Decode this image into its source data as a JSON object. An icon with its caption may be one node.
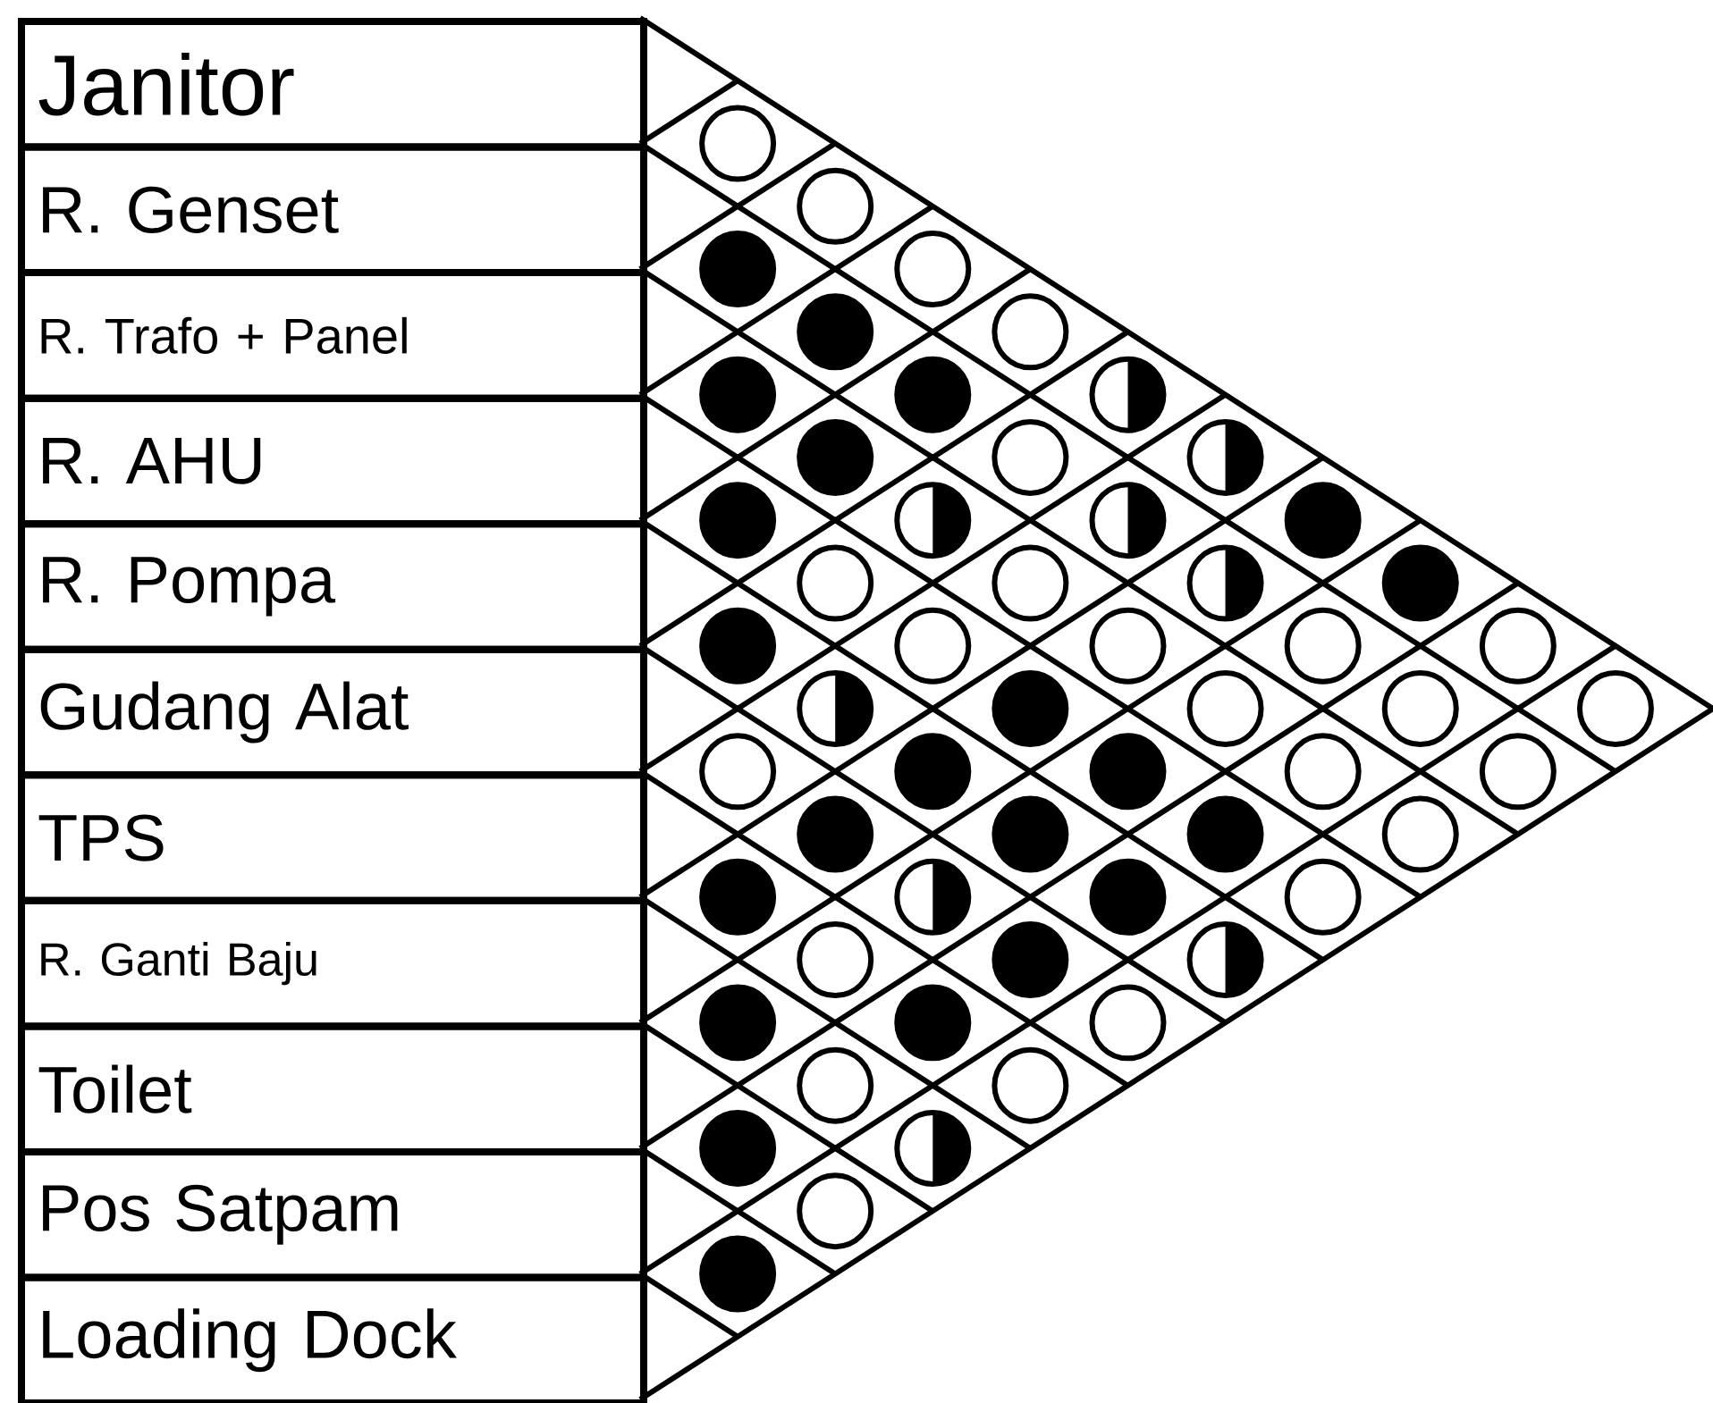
{
  "diagram": {
    "nodes": [
      {
        "text": [
          "Janitor"
        ]
      },
      {
        "text": [
          "R. Genset"
        ]
      },
      {
        "text": [
          "R. Trafo + Panel"
        ]
      },
      {
        "text": [
          "R. AHU"
        ]
      },
      {
        "text": [
          "R. Pompa"
        ]
      },
      {
        "text": [
          "Gudang Alat"
        ]
      },
      {
        "text": [
          "TPS"
        ]
      },
      {
        "text": [
          "R. Ganti Baju"
        ]
      },
      {
        "text": [
          "Toilet"
        ]
      },
      {
        "text": [
          "Pos Satpam"
        ]
      },
      {
        "text": [
          "Loading Dock"
        ]
      },
      {
        "text": [],
        "shape": "circle"
      },
      {
        "text": [],
        "shape": "circle"
      },
      {
        "text": [],
        "shape": "disc"
      },
      {
        "text": [],
        "shape": "circle"
      },
      {
        "text": [],
        "shape": "disc"
      },
      {
        "text": [],
        "shape": "circle"
      },
      {
        "text": [],
        "shape": "disc"
      },
      {
        "text": [],
        "shape": "disc"
      },
      {
        "text": [],
        "shape": "half-disc"
      },
      {
        "text": [],
        "shape": "disc"
      },
      {
        "text": [],
        "shape": "circle"
      },
      {
        "text": [],
        "shape": "half-disc"
      },
      {
        "text": [],
        "shape": "disc"
      },
      {
        "text": [],
        "shape": "half-disc"
      },
      {
        "text": [],
        "shape": "half-disc"
      },
      {
        "text": [],
        "shape": "disc"
      },
      {
        "text": [],
        "shape": "circle"
      },
      {
        "text": [],
        "shape": "circle"
      },
      {
        "text": [],
        "shape": "half-disc"
      },
      {
        "text": [],
        "shape": "disc"
      },
      {
        "text": [],
        "shape": "disc"
      },
      {
        "text": [],
        "shape": "circle"
      },
      {
        "text": [],
        "shape": "circle"
      },
      {
        "text": [],
        "shape": "circle"
      },
      {
        "text": [],
        "shape": "circle"
      },
      {
        "text": [],
        "shape": "half-disc"
      },
      {
        "text": [],
        "shape": "disc"
      },
      {
        "text": [],
        "shape": "circle"
      },
      {
        "text": [],
        "shape": "circle"
      },
      {
        "text": [],
        "shape": "circle"
      },
      {
        "text": [],
        "shape": "circle"
      },
      {
        "text": [],
        "shape": "disc"
      },
      {
        "text": [],
        "shape": "disc"
      },
      {
        "text": [],
        "shape": "circle"
      },
      {
        "text": [],
        "shape": "circle"
      },
      {
        "text": [],
        "shape": "disc"
      },
      {
        "text": [],
        "shape": "disc"
      },
      {
        "text": [],
        "shape": "disc"
      },
      {
        "text": [],
        "shape": "circle"
      },
      {
        "text": [],
        "shape": "disc"
      },
      {
        "text": [],
        "shape": "half-disc"
      },
      {
        "text": [],
        "shape": "disc"
      },
      {
        "text": [],
        "shape": "circle"
      },
      {
        "text": [],
        "shape": "circle"
      },
      {
        "text": [],
        "shape": "disc"
      },
      {
        "text": [],
        "shape": "half-disc"
      },
      {
        "text": [],
        "shape": "disc"
      },
      {
        "text": [],
        "shape": "disc"
      },
      {
        "text": [],
        "shape": "circle"
      },
      {
        "text": [],
        "shape": "circle"
      },
      {
        "text": [],
        "shape": "circle"
      },
      {
        "text": [],
        "shape": "disc"
      },
      {
        "text": [],
        "shape": "half-disc"
      },
      {
        "text": [],
        "shape": "circle"
      },
      {
        "text": [],
        "shape": "disc"
      }
    ]
  }
}
